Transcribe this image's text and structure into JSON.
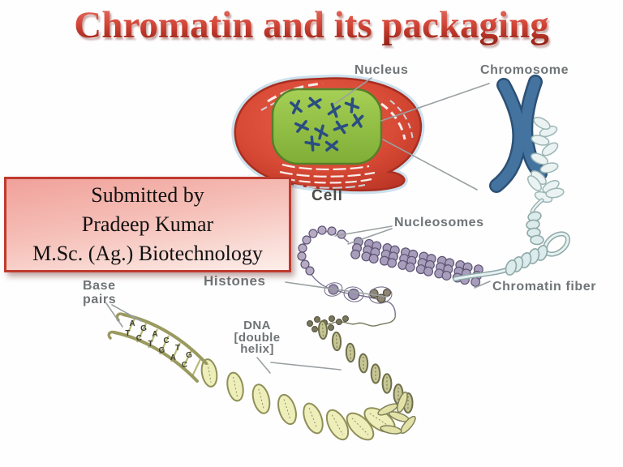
{
  "slide": {
    "title": "Chromatin and its packaging"
  },
  "credit_box": {
    "lines": [
      "Submitted by",
      "Pradeep Kumar",
      "M.Sc. (Ag.) Biotechnology"
    ]
  },
  "diagram": {
    "labels": {
      "nucleus": "Nucleus",
      "cell": "Cell",
      "chromosome": "Chromosome",
      "nucleosomes": "Nucleosomes",
      "chromatin_fiber": "Chromatin fiber",
      "histones": "Histones",
      "base_pairs": [
        "Base",
        "pairs"
      ],
      "dna": [
        "DNA",
        "[double",
        "helix]"
      ]
    },
    "base_letters_top": [
      "A",
      "G",
      "A",
      "C",
      "T",
      "G"
    ],
    "base_letters_bottom": [
      "T",
      "C",
      "T",
      "G",
      "A",
      "C"
    ]
  },
  "colors": {
    "title_red_top": "#e5766b",
    "title_red_bottom": "#8e1d12",
    "box_border_red": "#bf3a2e",
    "box_pink_top": "#f0a19a",
    "box_pink_bottom": "#fdeeea",
    "label_gray": "#6f7477",
    "cell_red": "#d84b36",
    "nucleus_green": "#92c248",
    "chromosome_blue": "#40719f",
    "nucleosome_purple": "#a89dbb",
    "chromatin_fiber_blue": "#dcebeb",
    "dna_yellow": "#e6e6ae"
  }
}
